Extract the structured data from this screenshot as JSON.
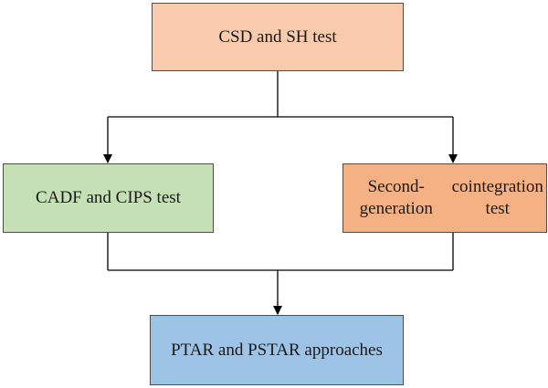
{
  "diagram": {
    "type": "flowchart",
    "nodes": {
      "top": {
        "label": "CSD and SH test",
        "fill": "#f8cbad"
      },
      "left": {
        "label": "CADF and CIPS test",
        "fill": "#c5e0b4"
      },
      "right": {
        "label_line1": "Second-generation",
        "label_line2": "cointegration test",
        "fill": "#f4b183"
      },
      "bottom": {
        "label": "PTAR and PSTAR approaches",
        "fill": "#9dc3e6"
      }
    },
    "edges": [
      {
        "from": "top",
        "to": "left"
      },
      {
        "from": "top",
        "to": "right"
      },
      {
        "from": "left",
        "to": "bottom"
      },
      {
        "from": "right",
        "to": "bottom"
      }
    ],
    "connector_color": "#000000"
  }
}
